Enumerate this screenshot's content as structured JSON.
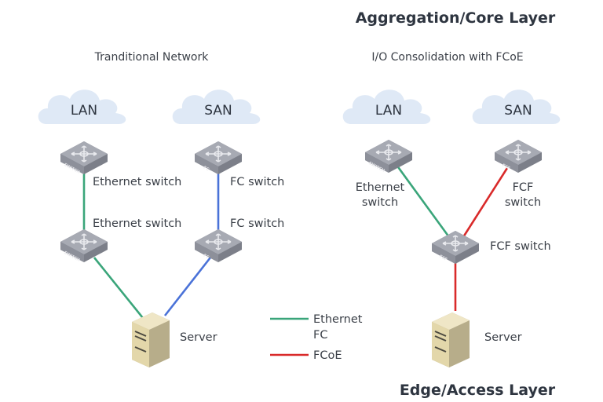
{
  "titles": {
    "top": "Aggregation/Core Layer",
    "bottom": "Edge/Access Layer"
  },
  "left": {
    "heading": "Tranditional Network",
    "clouds": [
      "LAN",
      "SAN"
    ],
    "switches": [
      {
        "label": "Ethernet switch",
        "side": "SWITCH"
      },
      {
        "label": "FC switch",
        "side": "FC"
      },
      {
        "label": "Ethernet switch",
        "side": "SWITCH"
      },
      {
        "label": "FC switch",
        "side": "FC"
      }
    ],
    "server": "Server"
  },
  "right": {
    "heading": "I/O Consolidation with FCoE",
    "clouds": [
      "LAN",
      "SAN"
    ],
    "switches": [
      {
        "label_1": "Ethernet",
        "label_2": "switch",
        "side": "SWITCH"
      },
      {
        "label_1": "FCF",
        "label_2": "switch",
        "side": "FCF"
      },
      {
        "label": "FCF switch",
        "side": "FCF"
      }
    ],
    "server": "Server"
  },
  "legend": [
    {
      "label": "Ethernet",
      "color": "#3aa57a"
    },
    {
      "label": "FC",
      "color": "#4a72d8"
    },
    {
      "label": "FCoE",
      "color": "#d92a2a"
    }
  ],
  "colors": {
    "cloud": "#dfe9f6",
    "switch": "#9ea1ab",
    "server": "#e7dcb4"
  }
}
